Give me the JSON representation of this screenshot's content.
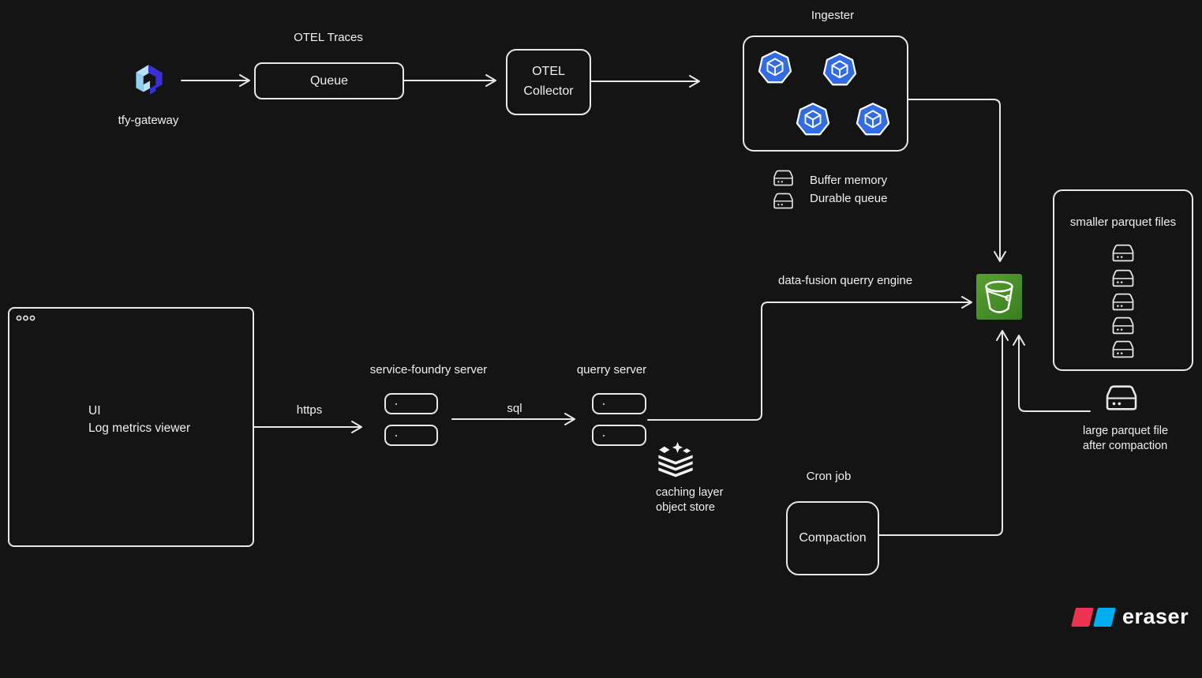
{
  "colors": {
    "background": "#141414",
    "stroke": "#e8e8e8",
    "text": "#f0f0f0",
    "pod_blue": "#326CE5",
    "bucket_green_light": "#58a031",
    "bucket_green_dark": "#3a7d21",
    "tfy_light_blue": "#b8e2f9",
    "tfy_mid_blue": "#8fd0f4",
    "tfy_indigo": "#3a2ed8",
    "eraser_red": "#ee3352",
    "eraser_blue": "#00aeef"
  },
  "gateway": {
    "label": "tfy-gateway"
  },
  "queue": {
    "title": "OTEL Traces",
    "label": "Queue"
  },
  "otel_collector": {
    "line1": "OTEL",
    "line2": "Collector"
  },
  "ingester": {
    "title": "Ingester"
  },
  "legend": {
    "buffer_memory": "Buffer memory",
    "durable_queue": "Durable queue"
  },
  "parquet_store": {
    "title": "smaller parquet files"
  },
  "engine": {
    "label": "data-fusion querry engine"
  },
  "ui": {
    "line1": "UI",
    "line2": "Log metrics viewer"
  },
  "edges": {
    "https": "https",
    "sql": "sql"
  },
  "service_foundry": {
    "title": "service-foundry server"
  },
  "querry_server": {
    "title": "querry server"
  },
  "cache": {
    "line1": "caching layer",
    "line2": "object store"
  },
  "cron": {
    "title": "Cron job",
    "label": "Compaction"
  },
  "large_parquet": {
    "line1": "large parquet file",
    "line2": "after compaction"
  },
  "watermark": {
    "text": "eraser"
  }
}
